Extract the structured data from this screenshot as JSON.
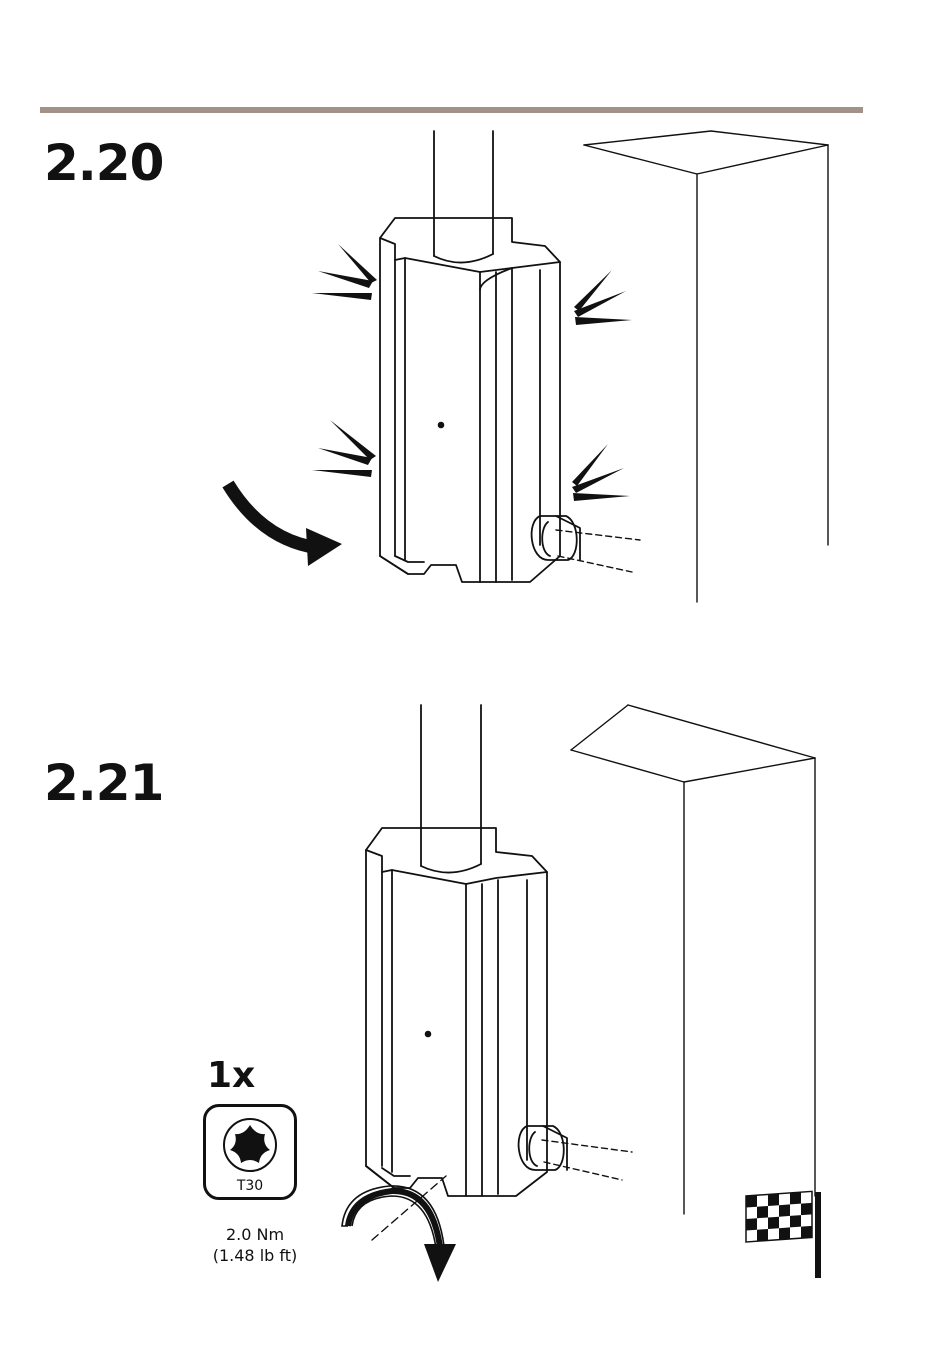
{
  "steps": [
    {
      "number": "2.20"
    },
    {
      "number": "2.21"
    }
  ],
  "tool": {
    "quantity": "1x",
    "bit": "T30",
    "icon": "torx-bit-icon"
  },
  "torque": {
    "metric": "2.0 Nm",
    "imperial": "(1.48 lb ft)"
  },
  "icons": {
    "snap_marks": "snap-click-icon",
    "turn_arrow": "rotate-arrow-icon",
    "tighten_arrow": "tighten-rotation-icon",
    "finish": "checkered-flag-icon"
  },
  "colors": {
    "rule": "#a39287",
    "ink": "#111111"
  }
}
